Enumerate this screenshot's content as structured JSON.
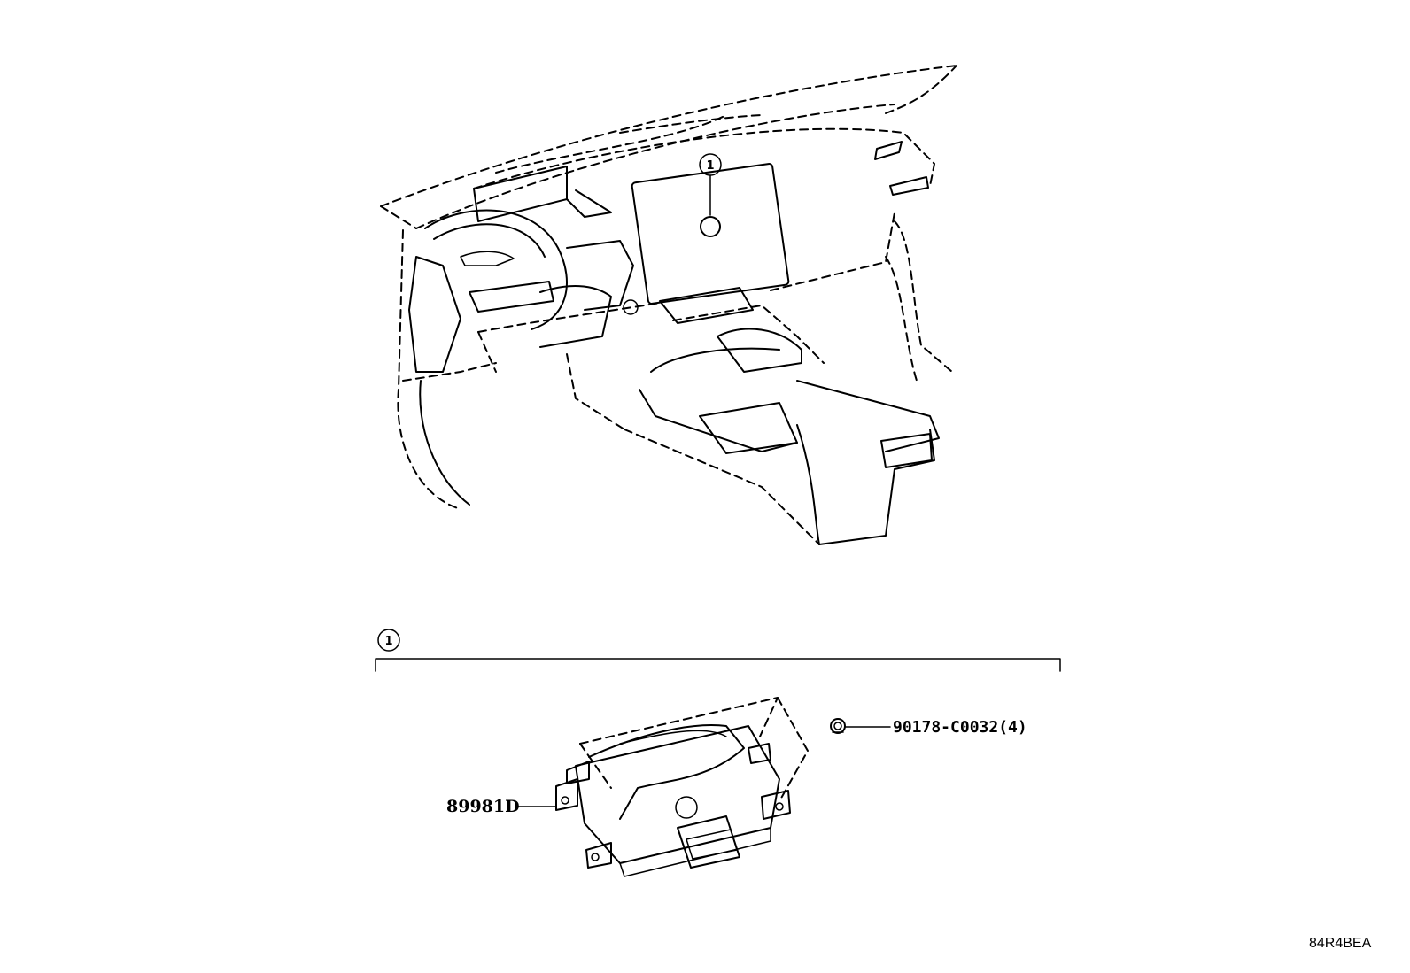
{
  "callouts": {
    "dashboard_ref": "1",
    "detail_ref": "1"
  },
  "parts": {
    "module_part_number": "89981D",
    "screw_part_number": "90178-C0032(4)"
  },
  "illustration_code": "84R4BEA",
  "icons": [
    "callout-circle-icon",
    "screw-icon"
  ]
}
